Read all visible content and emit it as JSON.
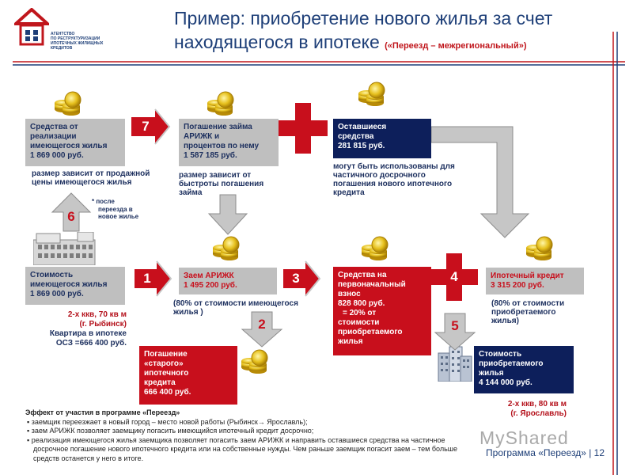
{
  "title": {
    "line1": "Пример: приобретение нового жилья за счет",
    "line2": "находящегося в ипотеке",
    "subtitle": "(«Переезд – межрегиональный»)"
  },
  "logo": {
    "lines": [
      "АГЕНТСТВО",
      "ПО РЕСТРУКТУРИЗАЦИИ",
      "ИПОТЕЧНЫХ ЖИЛИЩНЫХ",
      "КРЕДИТОВ"
    ]
  },
  "boxes": {
    "sale_funds": [
      "Средства от",
      "реализации",
      "имеющегося жилья",
      "1 869 000 руб."
    ],
    "loan_repay": [
      "Погашение займа",
      "АРИЖК и",
      "процентов по нему",
      "1 587 185 руб."
    ],
    "remaining": [
      "Оставшиеся",
      "средства",
      "281 815 руб."
    ],
    "current_value": [
      "Стоимость",
      "имеющегося жилья",
      "1 869 000 руб."
    ],
    "loan": [
      "Заем АРИЖК",
      "1 495 200 руб."
    ],
    "down_payment": [
      "Средства на",
      "первоначальный",
      "взнос",
      "828 800 руб.",
      "= 20% от",
      "стоимости",
      "приобретаемого",
      "жилья"
    ],
    "mortgage": [
      "Ипотечный кредит",
      "3 315 200 руб."
    ],
    "old_repay": [
      "Погашение",
      "«старого»",
      "ипотечного",
      "кредита",
      "666 400 руб."
    ],
    "new_value": [
      "Стоимость",
      "приобретаемого",
      "жилья",
      "4 144 000 руб."
    ]
  },
  "notes": {
    "sale_note": [
      "размер зависит от продажной",
      "цены имеющегося жилья"
    ],
    "repay_note": [
      "размер зависит от",
      "быстроты погашения",
      "займа"
    ],
    "remaining_note": [
      "могут быть использованы для",
      "частичного досрочного",
      "погашения нового ипотечного",
      "кредита"
    ],
    "after_move": [
      "* после",
      "переезда в",
      "новое жилье"
    ],
    "loan_note": [
      "(80% от стоимости имеющегося",
      "жилья )"
    ],
    "mortgage_note": [
      "(80% от стоимости",
      "приобретаемого",
      "жилья)"
    ],
    "old_flat": [
      "2-х ккв, 70 кв м",
      "(г. Рыбинск)"
    ],
    "old_flat2": [
      "Квартира в ипотеке",
      "ОСЗ =666 400  руб."
    ],
    "new_flat": [
      "2-х ккв, 80 кв м",
      "(г. Ярославль)"
    ]
  },
  "steps": {
    "s1": "1",
    "s2": "2",
    "s3": "3",
    "s4": "4",
    "s5": "5",
    "s6": "6",
    "s7": "7"
  },
  "bottom": {
    "heading": "Эффект от участия в программе «Переезд»",
    "items": [
      "заемщик переезжает в новый город – место новой работы (Рыбинск→ Ярославль);",
      "заем АРИЖК позволяет заемщику погасить имеющийся ипотечный кредит досрочно;",
      "реализация имеющегося жилья заемщика позволяет погасить заем  АРИЖК и направить оставшиеся средства на частичное досрочное погашение нового ипотечного кредита или на собственные нужды. Чем раньше заемщик погасит заем – тем больше средств останется у него в итоге."
    ]
  },
  "footer": "Программа «Переезд» | 12",
  "watermark": "MyShared",
  "colors": {
    "navy": "#0d1f5b",
    "red": "#c80f1c",
    "gray": "#bfbfbf",
    "arrow": "#c6c6c6",
    "title": "#1e3f78"
  }
}
